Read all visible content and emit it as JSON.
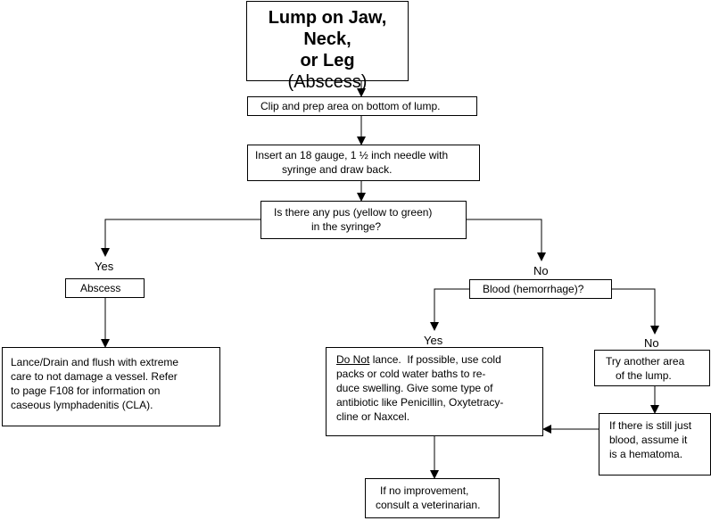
{
  "title": {
    "line1": "Lump on Jaw, Neck,",
    "line2": "or Leg",
    "line3": "(Abscess)"
  },
  "steps": {
    "clip": "Clip and prep area on bottom of lump.",
    "insert_line1": "Insert an 18 gauge, 1 ½ inch needle with",
    "insert_line2": "syringe and draw back."
  },
  "decisions": {
    "pus_line1": "Is there any pus (yellow to green)",
    "pus_line2": "in the syringe?",
    "blood": "Blood (hemorrhage)?"
  },
  "branch_labels": {
    "yes_left": "Yes",
    "no_right": "No",
    "yes_blood": "Yes",
    "no_blood": "No"
  },
  "outcomes": {
    "abscess": "Abscess",
    "lance_line1": "Lance/Drain and flush with extreme",
    "lance_line2": "care to not damage a vessel.  Refer",
    "lance_line3": "to page F108 for information on",
    "lance_line4": "caseous lymphadenitis (CLA).",
    "donot_underlined": "Do Not",
    "donot_line1_rest": " lance.  If possible, use cold",
    "donot_line2": "packs or cold water baths to re-",
    "donot_line3": "duce swelling.  Give some type of",
    "donot_line4": "antibiotic like Penicillin, Oxytetracy-",
    "donot_line5": "cline or Naxcel.",
    "try_line1": "Try another area",
    "try_line2": "of the lump.",
    "still_line1": "If there is still just",
    "still_line2": "blood, assume it",
    "still_line3": "is a hematoma.",
    "noimp_line1": "If no improvement,",
    "noimp_line2": "consult a veterinarian."
  }
}
